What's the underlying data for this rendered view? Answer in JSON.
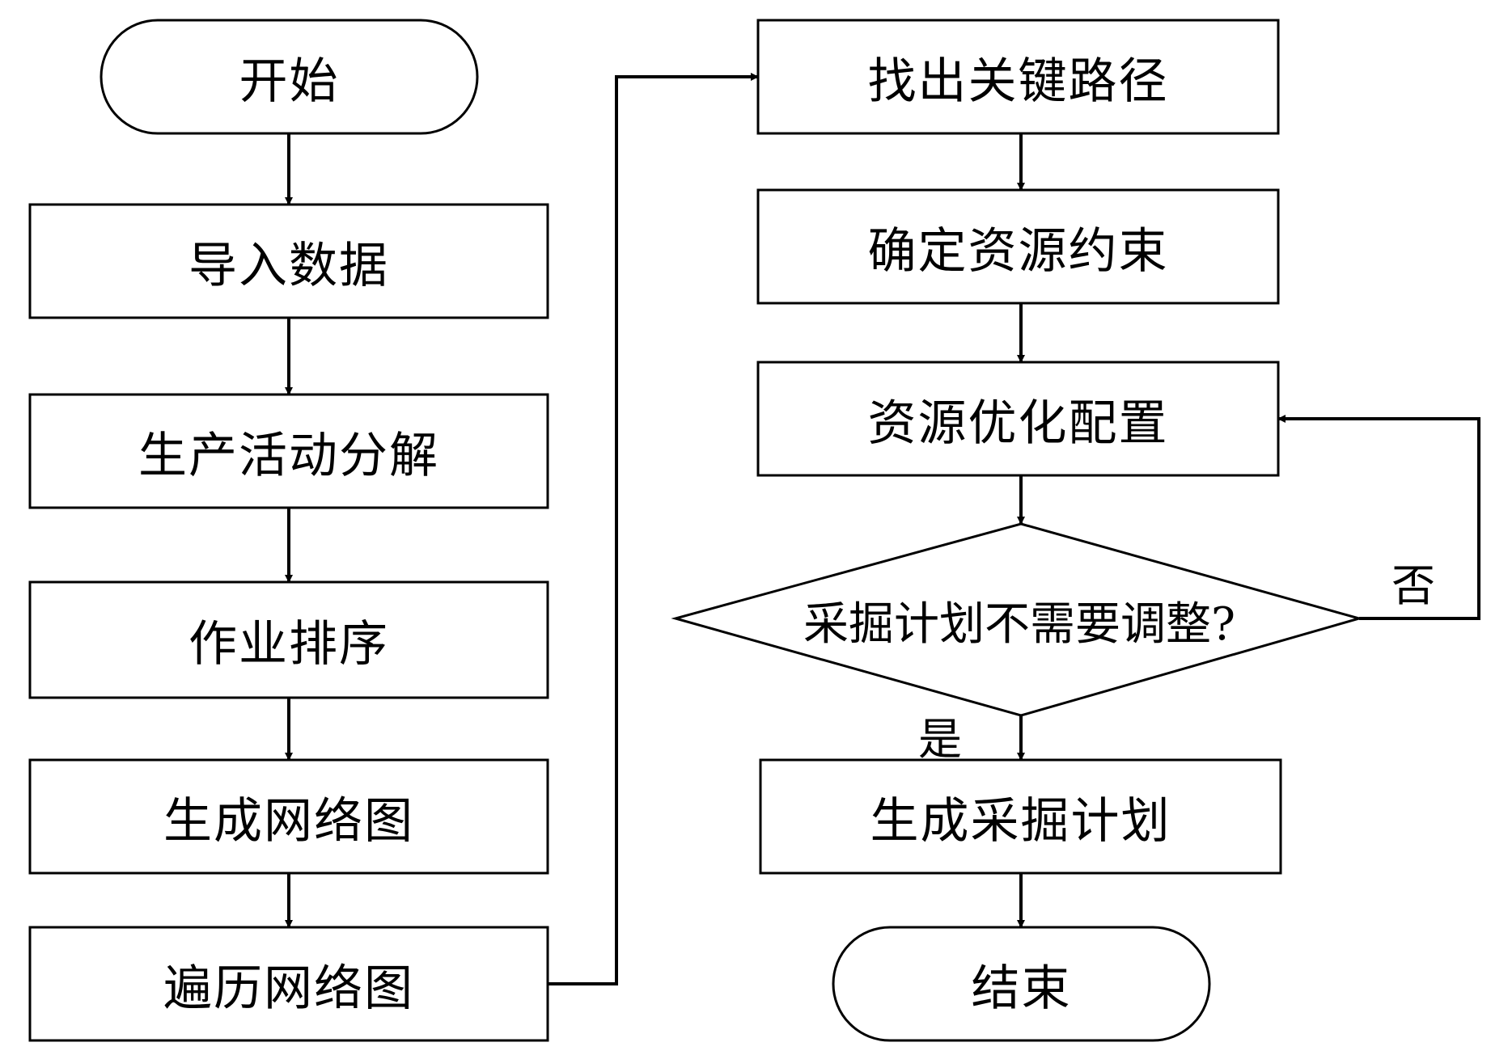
{
  "flowchart": {
    "start": "开始",
    "import_data": "导入数据",
    "decompose": "生产活动分解",
    "sequence": "作业排序",
    "gen_network": "生成网络图",
    "traverse_network": "遍历网络图",
    "critical_path": "找出关键路径",
    "resource_constraint": "确定资源约束",
    "resource_optimize": "资源优化配置",
    "decision": "采掘计划不需要调整?",
    "gen_plan": "生成采掘计划",
    "end": "结束",
    "yes_label": "是",
    "no_label": "否"
  },
  "colors": {
    "stroke": "#000000",
    "fill": "#ffffff",
    "text": "#000000"
  }
}
